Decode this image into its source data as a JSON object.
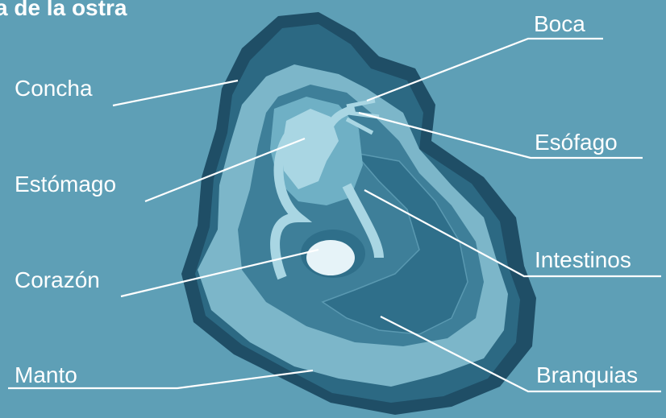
{
  "title": "a de la ostra",
  "labels": {
    "concha": "Concha",
    "estomago": "Estómago",
    "corazon": "Corazón",
    "manto": "Manto",
    "boca": "Boca",
    "esofago": "Esófago",
    "intestinos": "Intestinos",
    "branquias": "Branquias"
  },
  "colors": {
    "background": "#5e9fb6",
    "shell_outer": "#1f4e66",
    "shell_dark": "#2c6983",
    "mantle": "#7cb6c9",
    "inner": "#3e7f99",
    "organ_light": "#a9d6e3",
    "label_line": "#ffffff"
  }
}
